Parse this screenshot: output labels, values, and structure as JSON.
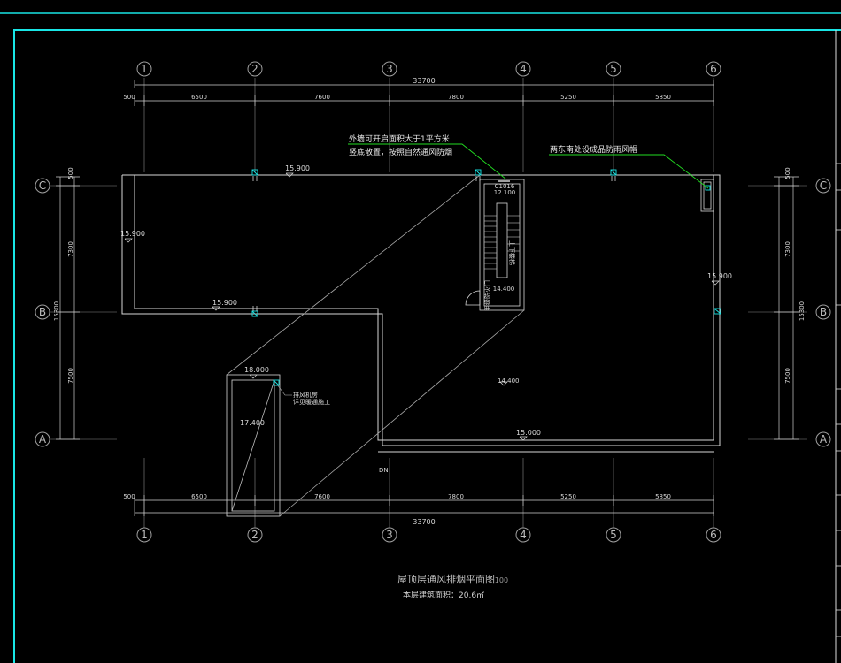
{
  "overall_dim": "33700",
  "spans": [
    "500",
    "6500",
    "7600",
    "7800",
    "5250",
    "5850"
  ],
  "axes_x": [
    "1",
    "2",
    "3",
    "4",
    "5",
    "6"
  ],
  "axes_y": [
    "C",
    "B",
    "A"
  ],
  "side_total": "15300",
  "side_spans": [
    "500",
    "7300",
    "7500"
  ],
  "elevations": {
    "top": "15.900",
    "left": "15.900",
    "mid_left": "15.900",
    "right": "15.900",
    "bottom": "15.000",
    "lift_top": "18.000",
    "lift_inner": "17.400",
    "stair": "14.400",
    "roof": "14.400",
    "stair_top": "12.100"
  },
  "notes": {
    "line1": "外墙可开启面积大于1平方米",
    "line2": "竖底散置，按照自然通风防烟",
    "right": "两东南处设成品防雨风帽",
    "stair_tag": "C1016",
    "stair_label": "上下楼梯",
    "stair_side": "甲级防火门",
    "vent_note1": "排风机房",
    "vent_note2": "详见暖通施工",
    "small_tag": "DN"
  },
  "title": "屋顶层通风排烟平面图",
  "scale": "1:100",
  "area_note": "本层建筑面积：20.6㎡"
}
